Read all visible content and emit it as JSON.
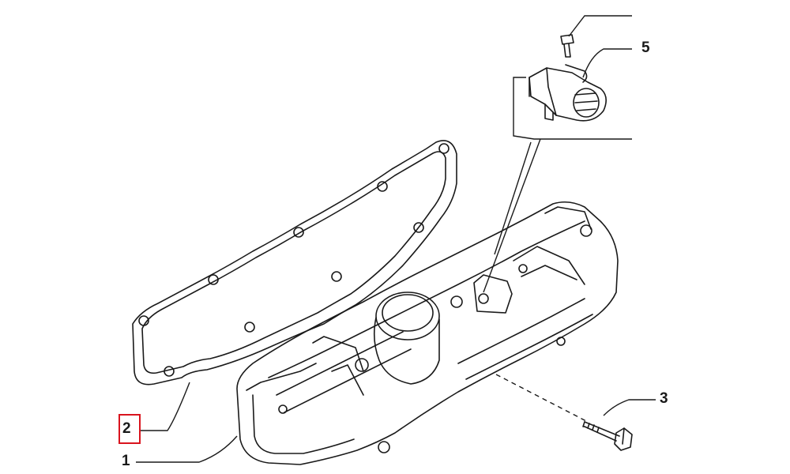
{
  "diagram": {
    "callouts": [
      {
        "id": "part-1",
        "label": "1",
        "part": "intake-manifold",
        "highlighted": false
      },
      {
        "id": "part-2",
        "label": "2",
        "part": "manifold-gasket",
        "highlighted": true
      },
      {
        "id": "part-3",
        "label": "3",
        "part": "mounting-bolt",
        "highlighted": false
      },
      {
        "id": "part-5",
        "label": "5",
        "part": "pressure-sensor",
        "highlighted": false
      }
    ],
    "colors": {
      "line": "#1a1a1a",
      "highlight": "#d9141e",
      "background": "#ffffff"
    }
  }
}
